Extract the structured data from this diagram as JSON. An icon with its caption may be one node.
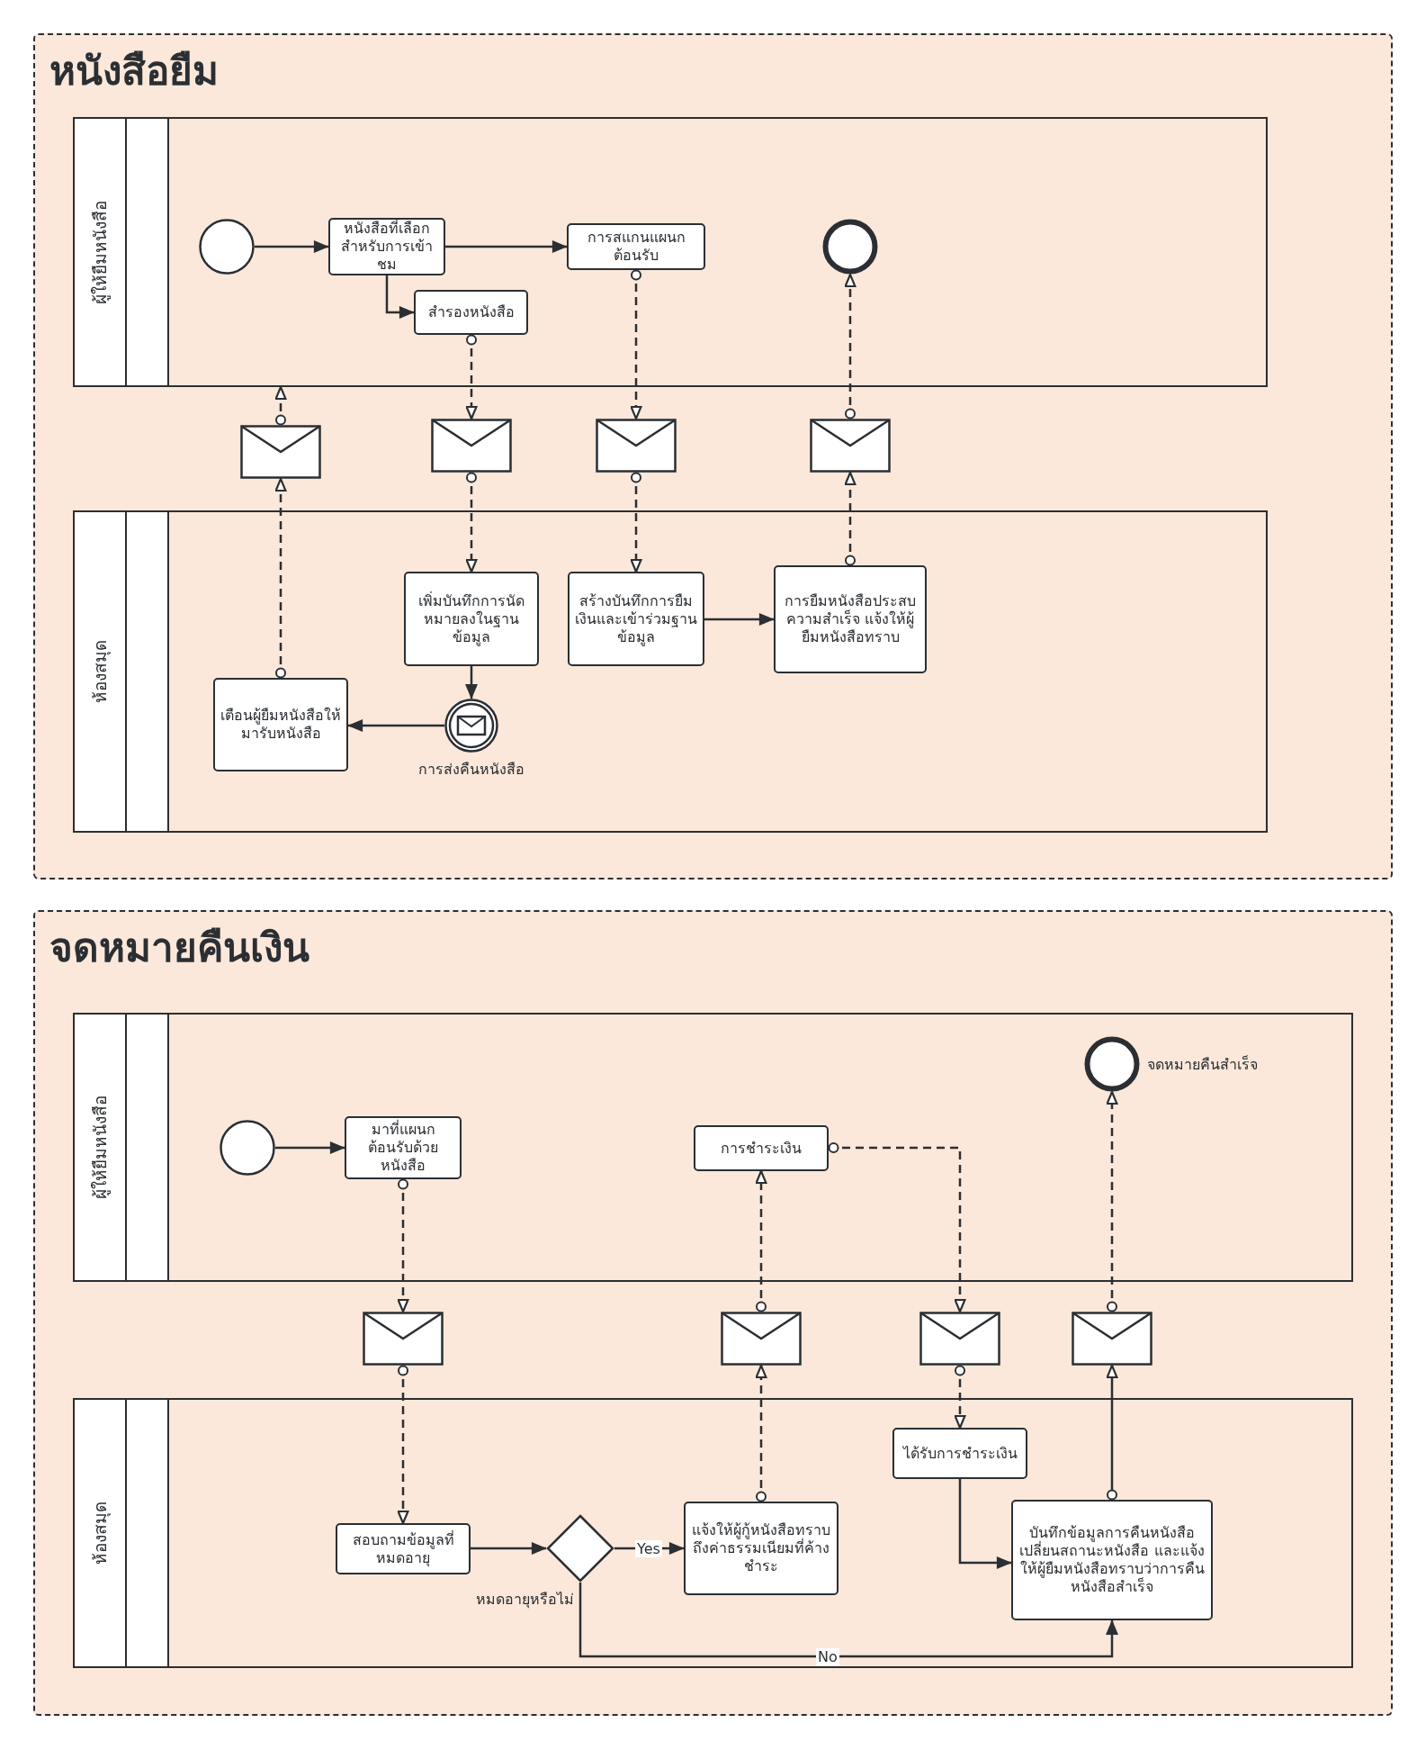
{
  "diagram": {
    "nodes": [
      {
        "text": [
          "หนังสือยืม"
        ]
      },
      {
        "text": [
          "ผู้ให้ยืมหนังสือ"
        ],
        "in": 0
      },
      {
        "text": [
          "ห้องสมุด"
        ],
        "in": 0
      },
      {
        "text": [],
        "shape": "circle",
        "in": 1
      },
      {
        "text": [
          "หนังสือที่เลือกสำหรับการเข้าชม"
        ],
        "in": 1
      },
      {
        "text": [
          "การสแกนแผนกต้อนรับ"
        ],
        "in": 1
      },
      {
        "text": [],
        "shape": "circle",
        "in": 1
      },
      {
        "text": [
          "สำรองหนังสือ"
        ],
        "in": 1
      },
      {
        "text": [],
        "shape": "envelope",
        "in": 0
      },
      {
        "text": [],
        "shape": "envelope",
        "in": 0
      },
      {
        "text": [],
        "shape": "envelope",
        "in": 0
      },
      {
        "text": [],
        "shape": "envelope",
        "in": 0
      },
      {
        "text": [
          "เพิ่มบันทึกการนัดหมายลงในฐานข้อมูล"
        ],
        "in": 2
      },
      {
        "text": [
          "สร้างบันทึกการยืมเงินและเข้าร่วมฐานข้อมูล"
        ],
        "in": 2
      },
      {
        "text": [
          "การยืมหนังสือประสบความสำเร็จ แจ้งให้ผู้ยืมหนังสือทราบ"
        ],
        "in": 2
      },
      {
        "text": [
          "เตือนผู้ยืมหนังสือให้มารับหนังสือ"
        ],
        "in": 2
      },
      {
        "text": [],
        "shape": "circle",
        "beside": [
          "การส่งคืนหนังสือ"
        ],
        "in": 2
      },
      {
        "text": [
          "จดหมายคืนเงิน"
        ]
      },
      {
        "text": [
          "ผู้ให้ยืมหนังสือ"
        ],
        "in": 17
      },
      {
        "text": [
          "ห้องสมุด"
        ],
        "in": 17
      },
      {
        "text": [],
        "shape": "circle",
        "in": 18
      },
      {
        "text": [
          "มาที่แผนกต้อนรับด้วยหนังสือ"
        ],
        "in": 18
      },
      {
        "text": [
          "การชำระเงิน"
        ],
        "in": 18
      },
      {
        "text": [],
        "shape": "circle",
        "beside": [
          "จดหมายคืนสำเร็จ"
        ],
        "in": 18
      },
      {
        "text": [],
        "shape": "envelope",
        "in": 17
      },
      {
        "text": [],
        "shape": "envelope",
        "in": 17
      },
      {
        "text": [],
        "shape": "envelope",
        "in": 17
      },
      {
        "text": [],
        "shape": "envelope",
        "in": 17
      },
      {
        "text": [
          "สอบถามข้อมูลที่หมดอายุ"
        ],
        "in": 19
      },
      {
        "text": [],
        "shape": "diamond",
        "beside": [
          "หมดอายุหรือไม่"
        ],
        "in": 19
      },
      {
        "text": [
          "แจ้งให้ผู้กู้หนังสือทราบถึงค่าธรรมเนียมที่ค้างชำระ"
        ],
        "in": 19
      },
      {
        "text": [
          "ได้รับการชำระเงิน"
        ],
        "in": 19
      },
      {
        "text": [
          "บันทึกข้อมูลการคืนหนังสือ เปลี่ยนสถานะหนังสือ และแจ้งให้ผู้ยืมหนังสือทราบว่าการคืนหนังสือสำเร็จ"
        ],
        "in": 19
      }
    ],
    "edges": [
      {
        "from": 3,
        "to": 4,
        "arrow": "to"
      },
      {
        "from": 4,
        "to": 5,
        "arrow": "to"
      },
      {
        "from": 4,
        "to": 7,
        "arrow": "to"
      },
      {
        "from": 7,
        "to": 9,
        "arrow": "to",
        "style": "dashed"
      },
      {
        "from": 9,
        "to": 12,
        "arrow": "to",
        "style": "dashed"
      },
      {
        "from": 5,
        "to": 10,
        "arrow": "to",
        "style": "dashed"
      },
      {
        "from": 10,
        "to": 13,
        "arrow": "to",
        "style": "dashed"
      },
      {
        "from": 13,
        "to": 14,
        "arrow": "to"
      },
      {
        "from": 14,
        "to": 11,
        "arrow": "to",
        "style": "dashed"
      },
      {
        "from": 11,
        "to": 6,
        "arrow": "to",
        "style": "dashed"
      },
      {
        "from": 12,
        "to": 16,
        "arrow": "to"
      },
      {
        "from": 16,
        "to": 15,
        "arrow": "to"
      },
      {
        "from": 15,
        "to": 8,
        "arrow": "to",
        "style": "dashed"
      },
      {
        "from": 8,
        "to": 1,
        "arrow": "to",
        "style": "dashed"
      },
      {
        "from": 20,
        "to": 21,
        "arrow": "to"
      },
      {
        "from": 21,
        "to": 24,
        "arrow": "to",
        "style": "dashed"
      },
      {
        "from": 24,
        "to": 28,
        "arrow": "to",
        "style": "dashed"
      },
      {
        "from": 28,
        "to": 29,
        "arrow": "to"
      },
      {
        "from": 29,
        "to": 30,
        "arrow": "to",
        "label": "Yes"
      },
      {
        "from": 29,
        "to": 32,
        "arrow": "to",
        "label": "No"
      },
      {
        "from": 31,
        "to": 32,
        "arrow": "to"
      },
      {
        "from": 30,
        "to": 25,
        "arrow": "to",
        "style": "dashed"
      },
      {
        "from": 25,
        "to": 22,
        "arrow": "to",
        "style": "dashed"
      },
      {
        "from": 22,
        "to": 26,
        "arrow": "to",
        "style": "dashed"
      },
      {
        "from": 26,
        "to": 31,
        "arrow": "to",
        "style": "dashed"
      },
      {
        "from": 32,
        "to": 27,
        "arrow": "to"
      },
      {
        "from": 27,
        "to": 23,
        "arrow": "to",
        "style": "dashed"
      }
    ]
  }
}
